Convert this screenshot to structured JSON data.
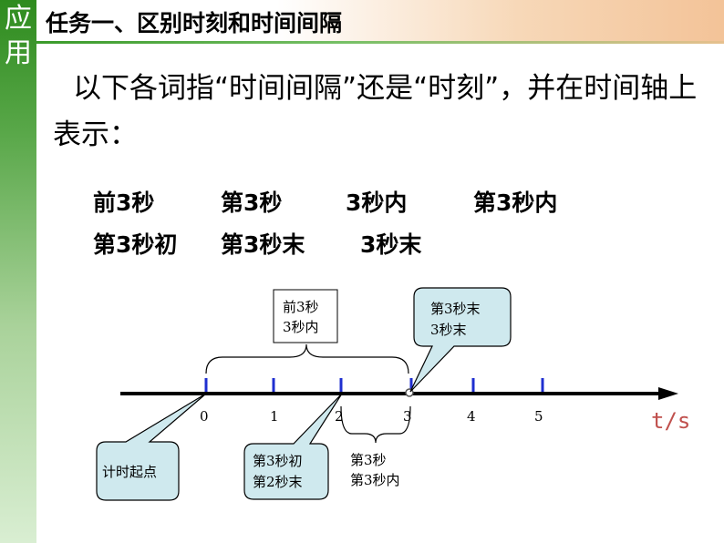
{
  "sidebar": {
    "label_line1": "应",
    "label_line2": "用"
  },
  "title": "任务一、区别时刻和时间间隔",
  "instruction": "以下各词指“时间间隔”还是“时刻”，并在时间轴上表示：",
  "terms": [
    "前3秒",
    "第3秒",
    "3秒内",
    "第3秒内",
    "第3秒初",
    "第3秒末",
    "3秒末"
  ],
  "timeline": {
    "ticks": [
      "0",
      "1",
      "2",
      "3",
      "4",
      "5"
    ],
    "unit": "t/s"
  },
  "callouts": {
    "top_brace": [
      "前3秒",
      "3秒内"
    ],
    "point3": [
      "第3秒末",
      "3秒末"
    ],
    "origin": [
      "计时起点"
    ],
    "point2": [
      "第3秒初",
      "第2秒末"
    ],
    "bottom_brace": [
      "第3秒",
      "第3秒内"
    ]
  },
  "colors": {
    "sidebar_green": "#2e8b1e",
    "callout_fill": "#cfe9ee",
    "tick_blue": "#1f2fd0",
    "unit_red": "#c0504d"
  }
}
